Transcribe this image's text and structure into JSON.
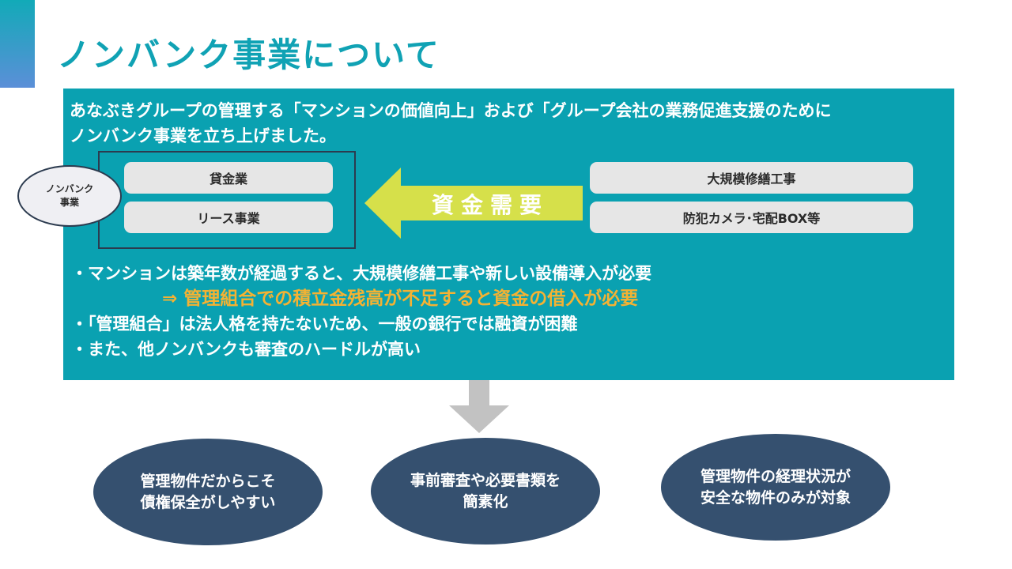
{
  "slide": {
    "title": "ノンバンク事業について",
    "intro": [
      "あなぶきグループの管理する「マンションの価値向上」および「グループ会社の業務促進支援のために",
      "ノンバンク事業を立ち上げました。"
    ]
  },
  "nonbank": {
    "oval_lines": [
      "ノンバンク",
      "事業"
    ],
    "services": [
      "貸金業",
      "リース事業"
    ]
  },
  "demand": {
    "label": "資金需要",
    "items": [
      "大規模修繕工事",
      "防犯カメラ･宅配BOX等"
    ]
  },
  "bullets": [
    "・マンションは築年数が経過すると、大規模修繕工事や新しい設備導入が必要",
    "⇒ 管理組合での積立金残高が不足すると資金の借入が必要",
    "・「管理組合」は法人格を持たないため、一般の銀行では融資が困難",
    "・また、他ノンバンクも審査のハードルが高い"
  ],
  "benefits": [
    [
      "管理物件だからこそ",
      "債権保全がしやすい"
    ],
    [
      "事前審査や必要書類を",
      "簡素化"
    ],
    [
      "管理物件の経理状況が",
      "安全な物件のみが対象"
    ]
  ],
  "colors": {
    "title": "#10a2b4",
    "panel": "#0aa1b1",
    "arrow": "#d6e04a",
    "highlight": "#f4b233",
    "benefit_oval": "#35506f",
    "down_arrow": "#c2c2c2"
  }
}
